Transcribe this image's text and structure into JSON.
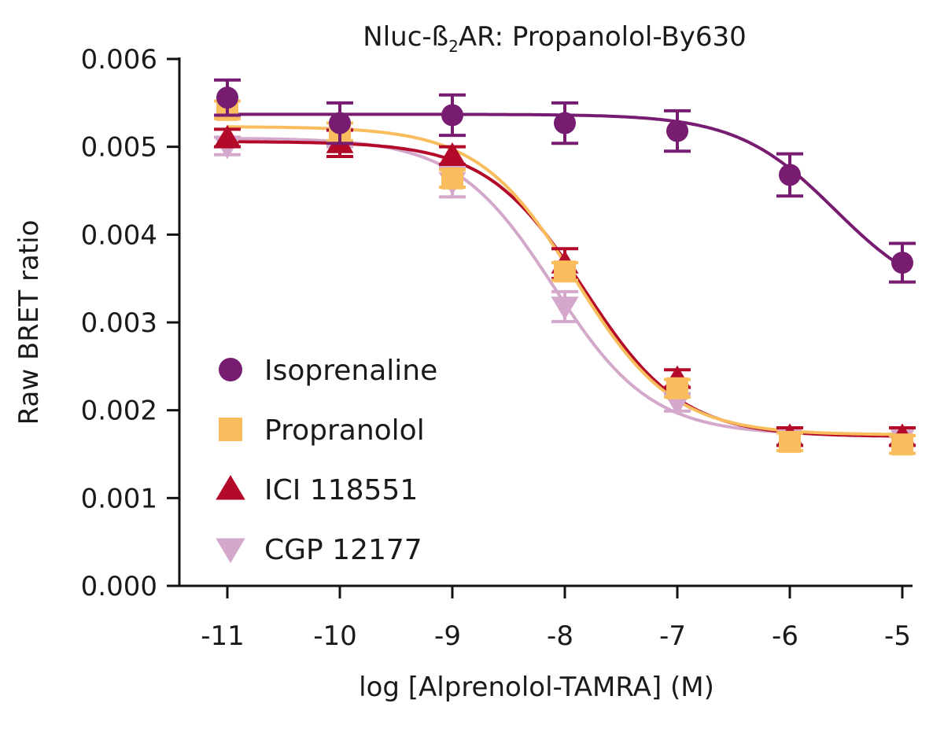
{
  "chart_data": {
    "type": "scatter",
    "title_main": "Nluc-ß",
    "title_sub": "2",
    "title_rest": "AR: Propanolol-By630",
    "xlabel": "log [Alprenolol-TAMRA] (M)",
    "ylabel": "Raw BRET ratio",
    "xlim": [
      -11.4,
      -4.9
    ],
    "ylim": [
      0,
      0.006
    ],
    "xticks": [
      -11,
      -10,
      -9,
      -8,
      -7,
      -6,
      -5
    ],
    "xtick_labels": [
      "-11",
      "-10",
      "-9",
      "-8",
      "-7",
      "-6",
      "-5"
    ],
    "yticks": [
      0,
      0.001,
      0.002,
      0.003,
      0.004,
      0.005,
      0.006
    ],
    "ytick_labels": [
      "0.000",
      "0.001",
      "0.002",
      "0.003",
      "0.004",
      "0.005",
      "0.006"
    ],
    "legend_position": "lower-left",
    "x": [
      -11,
      -10,
      -9,
      -8,
      -7,
      -6,
      -5
    ],
    "series": [
      {
        "name": "Isoprenaline",
        "color": "#771c71",
        "marker": "circle",
        "values": [
          0.00556,
          0.00527,
          0.00536,
          0.00527,
          0.00518,
          0.00468,
          0.00368
        ],
        "errors": [
          0.0002,
          0.00023,
          0.00023,
          0.00023,
          0.00023,
          0.00024,
          0.00022
        ],
        "fit": {
          "top": 0.00537,
          "bottom": 0.0032,
          "logIC50": -5.6,
          "hill": 1
        }
      },
      {
        "name": "Propranolol",
        "color": "#f9bd5d",
        "marker": "square",
        "values": [
          0.00542,
          0.00517,
          0.00464,
          0.00358,
          0.00225,
          0.00164,
          0.00161
        ],
        "errors": [
          0.0001,
          0.0001,
          0.0001,
          0.0001,
          0.0001,
          0.0001,
          0.0001
        ],
        "fit": {
          "top": 0.00523,
          "bottom": 0.00172,
          "logIC50": -7.9,
          "hill": 1
        }
      },
      {
        "name": "ICI 118551",
        "color": "#b30a2a",
        "marker": "triangle-up",
        "values": [
          0.0051,
          0.00504,
          0.0049,
          0.00367,
          0.00236,
          0.0017,
          0.0017
        ],
        "errors": [
          0.0001,
          0.00015,
          0.0001,
          0.00017,
          0.0001,
          0.0001,
          0.0001
        ],
        "fit": {
          "top": 0.00506,
          "bottom": 0.0017,
          "logIC50": -7.83,
          "hill": 1
        }
      },
      {
        "name": "CGP 12177",
        "color": "#d3a8cb",
        "marker": "triangle-down",
        "values": [
          0.00501,
          0.0051,
          0.0046,
          0.00318,
          0.00209,
          0.0017,
          0.0017
        ],
        "errors": [
          0.0001,
          0.0001,
          0.00017,
          0.00017,
          0.0001,
          0.0001,
          0.0001
        ],
        "fit": {
          "top": 0.0051,
          "bottom": 0.00172,
          "logIC50": -8.1,
          "hill": 1
        }
      }
    ]
  }
}
